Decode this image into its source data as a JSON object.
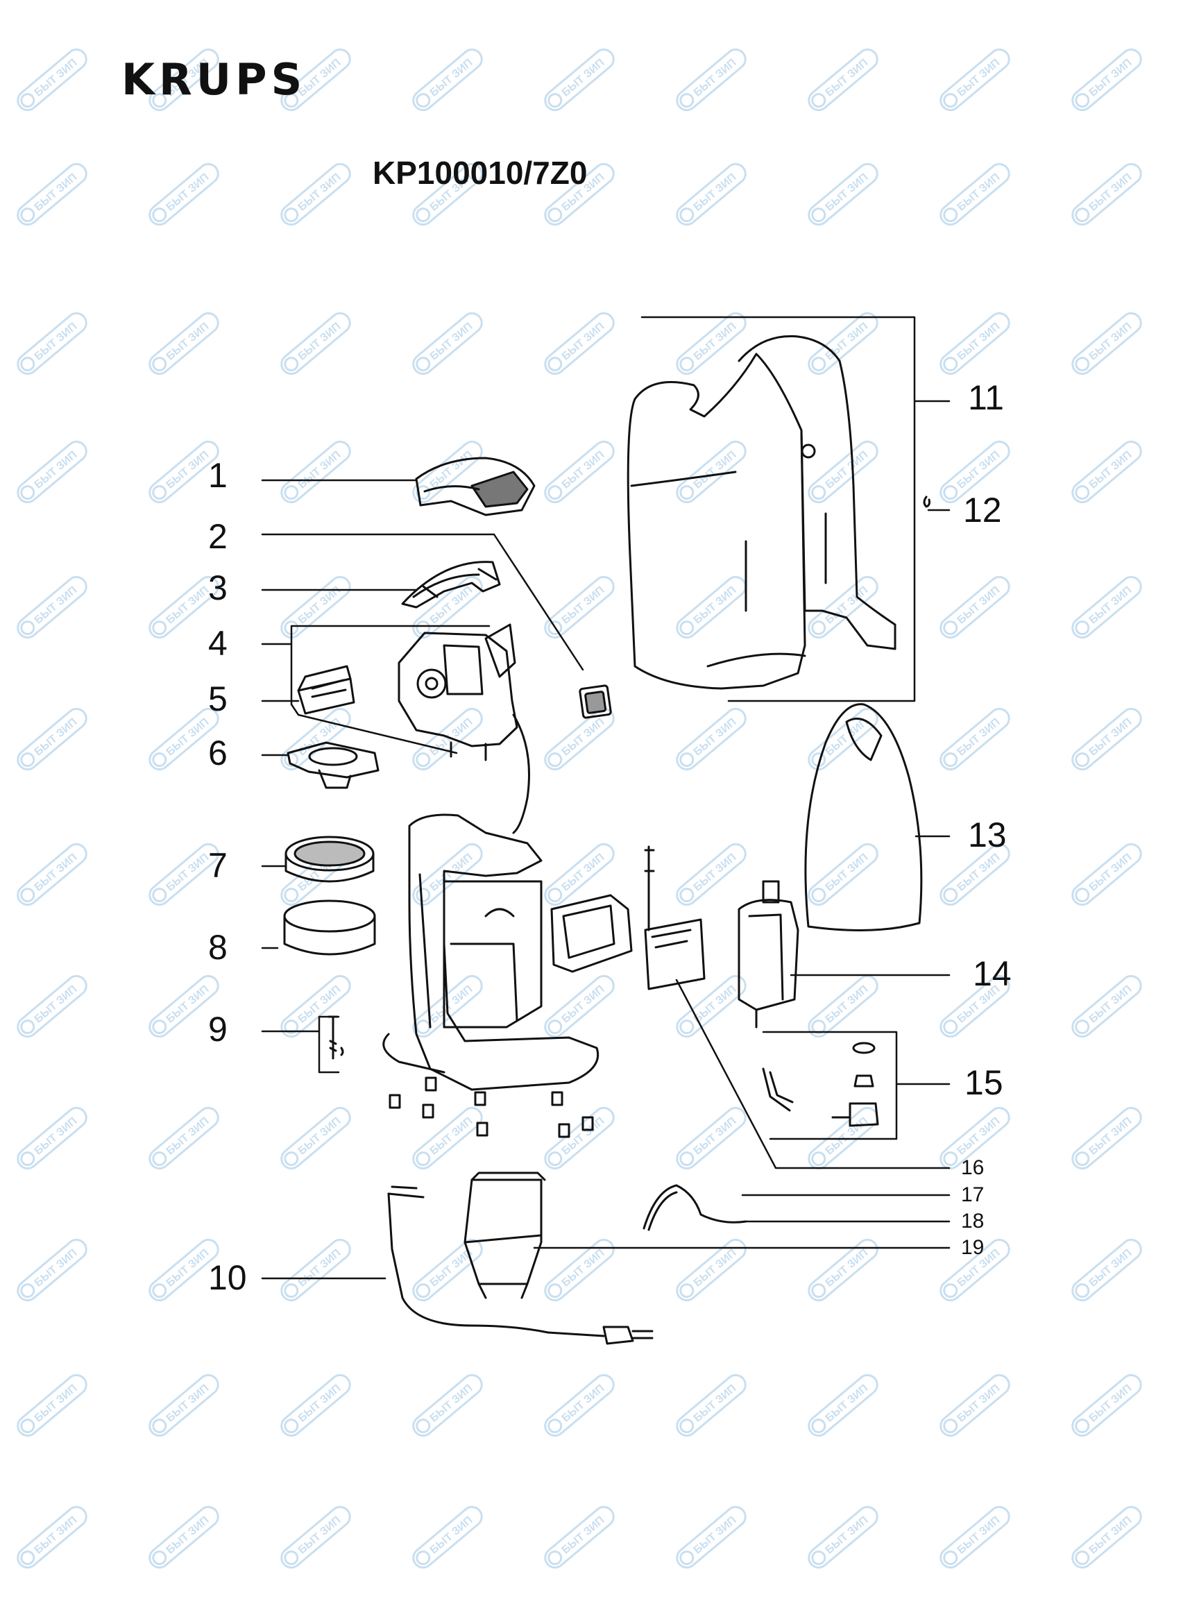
{
  "brand": "KRUPS",
  "model": "KP100010/7Z0",
  "watermark": {
    "badge_text": "БЫТ ЗИП",
    "color": "#c9dff0"
  },
  "callouts": [
    "1",
    "2",
    "3",
    "4",
    "5",
    "6",
    "7",
    "8",
    "9",
    "10",
    "11",
    "12",
    "13",
    "14",
    "15",
    "16",
    "17",
    "18",
    "19"
  ],
  "colors": {
    "line": "#111111",
    "watermark": "#c9dff0"
  }
}
